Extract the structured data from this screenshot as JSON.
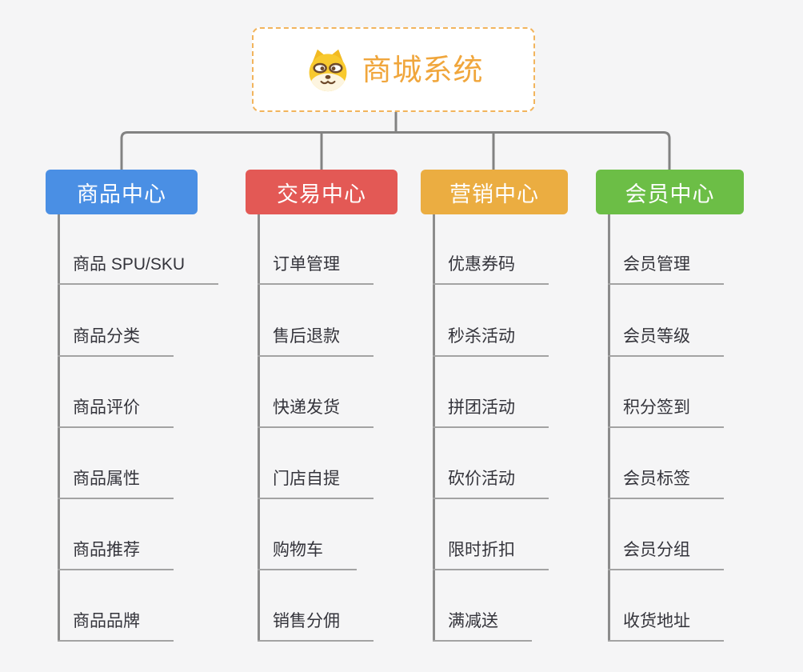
{
  "root": {
    "title": "商城系统",
    "icon": "dog-face-icon"
  },
  "palette": {
    "background": "#F5F5F6",
    "root_title": "#F0A63C",
    "root_border": "#F2B45C",
    "connector": "#828282",
    "item_underline": "#A3A3A3",
    "item_text": "#34343B"
  },
  "branches": [
    {
      "label": "商品中心",
      "color": "#4A8FE4",
      "items": [
        "商品 SPU/SKU",
        "商品分类",
        "商品评价",
        "商品属性",
        "商品推荐",
        "商品品牌"
      ]
    },
    {
      "label": "交易中心",
      "color": "#E35955",
      "items": [
        "订单管理",
        "售后退款",
        "快递发货",
        "门店自提",
        "购物车",
        "销售分佣"
      ]
    },
    {
      "label": "营销中心",
      "color": "#EBAD41",
      "items": [
        "优惠券码",
        "秒杀活动",
        "拼团活动",
        "砍价活动",
        "限时折扣",
        "满减送"
      ]
    },
    {
      "label": "会员中心",
      "color": "#6CBE46",
      "items": [
        "会员管理",
        "会员等级",
        "积分签到",
        "会员标签",
        "会员分组",
        "收货地址"
      ]
    }
  ]
}
